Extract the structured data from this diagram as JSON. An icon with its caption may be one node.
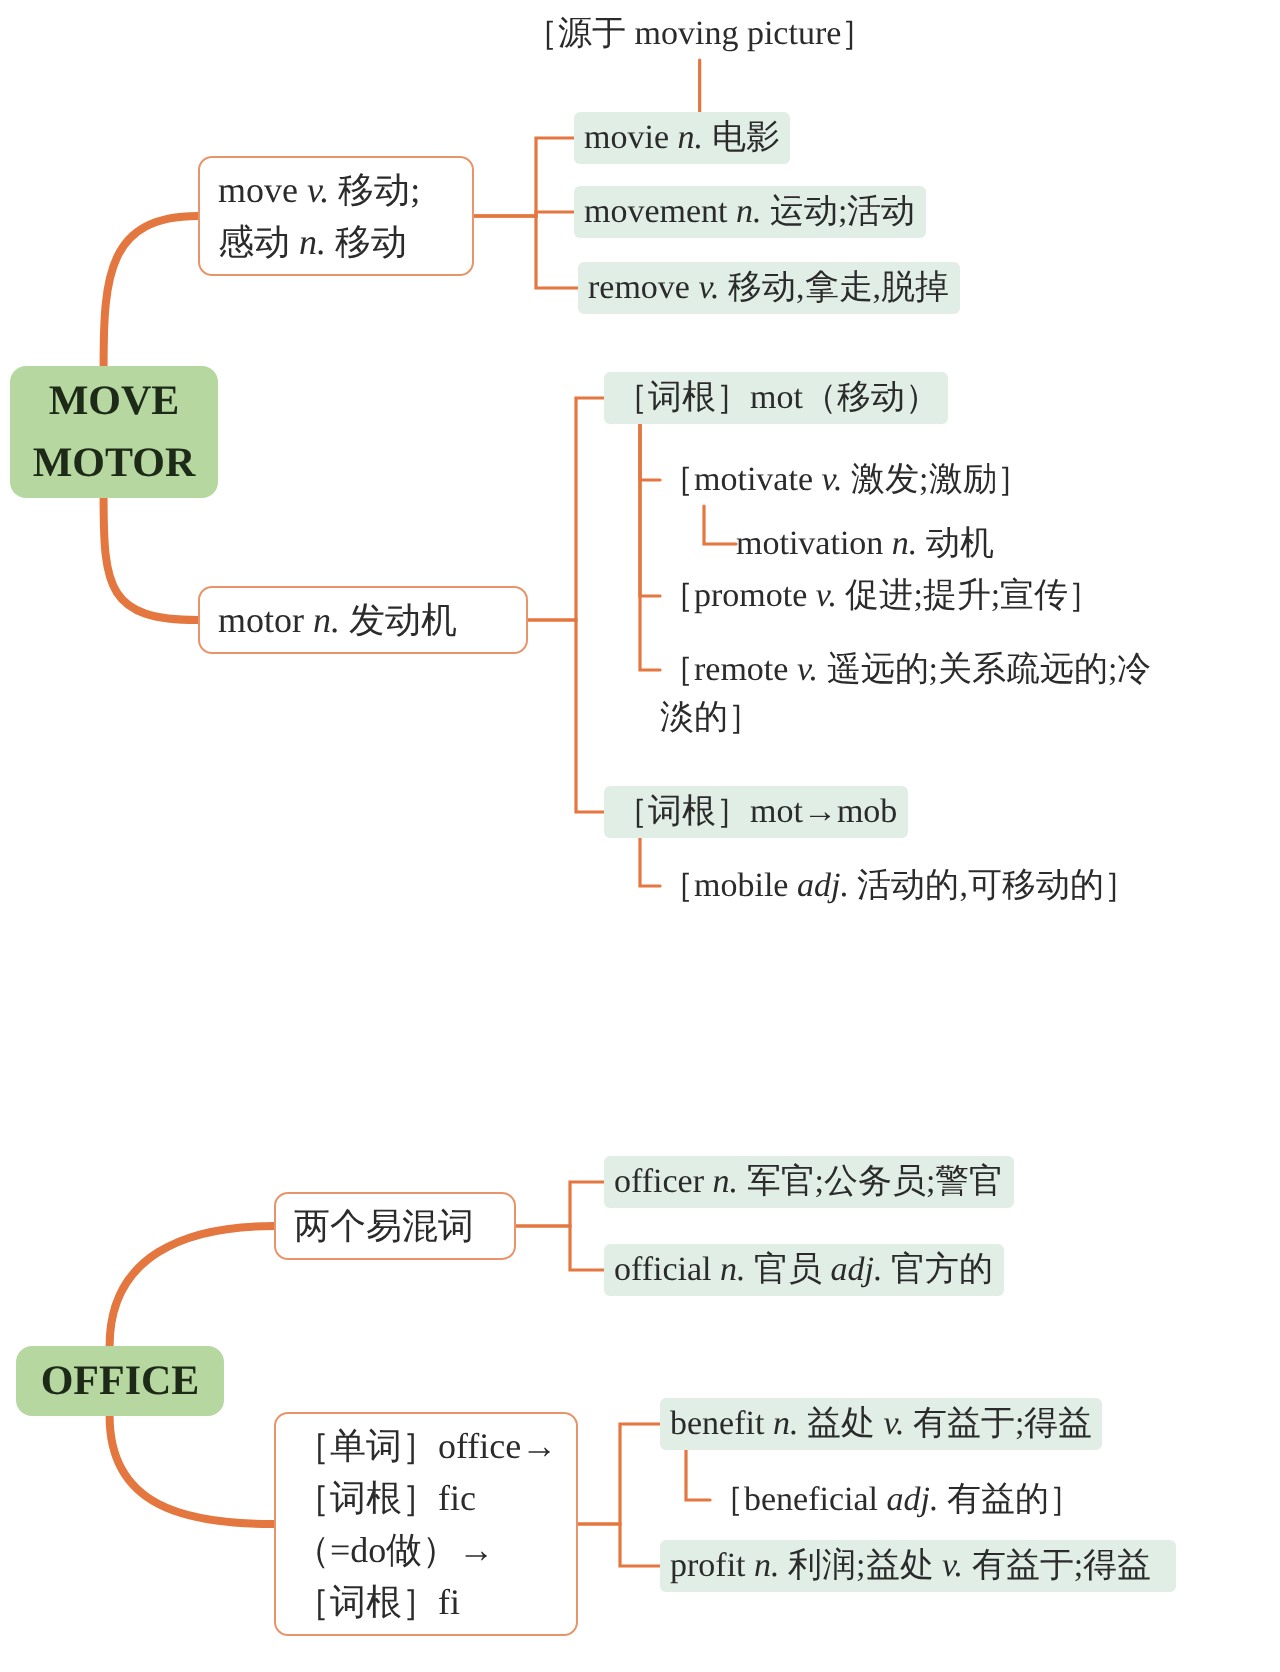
{
  "diagram": {
    "nodes": [
      {
        "text": [
          "MOVE MOTOR"
        ]
      },
      {
        "text": [
          "move *v.* 移动;感动 *n.* 移动"
        ]
      },
      {
        "text": [
          "［源于 moving picture］"
        ]
      },
      {
        "text": [
          "movie *n.* 电影"
        ]
      },
      {
        "text": [
          "movement *n.* 运动;活动"
        ]
      },
      {
        "text": [
          "remove *v.* 移动,拿走,脱掉"
        ]
      },
      {
        "text": [
          "motor *n.* 发动机"
        ]
      },
      {
        "text": [
          "［词根］mot（移动）"
        ]
      },
      {
        "text": [
          "［motivate *v.* 激发;激励］"
        ]
      },
      {
        "text": [
          "motivation *n.* 动机"
        ]
      },
      {
        "text": [
          "［promote *v.* 促进;提升;宣传］"
        ]
      },
      {
        "text": [
          "［remote *v.* 遥远的;关系疏远的;冷淡的］"
        ]
      },
      {
        "text": [
          "［词根］mot→mob"
        ]
      },
      {
        "text": [
          "［mobile *adj.* 活动的,可移动的］"
        ]
      },
      {
        "text": [
          "OFFICE"
        ]
      },
      {
        "text": [
          "两个易混词"
        ]
      },
      {
        "text": [
          "officer *n.* 军官;公务员;警官"
        ]
      },
      {
        "text": [
          "official *n.* 官员 *adj.* 官方的"
        ]
      },
      {
        "text": [
          "［单词］office→［词根］fic（=do做）→［词根］fi"
        ]
      },
      {
        "text": [
          "benefit *n.* 益处 *v.* 有益于;得益"
        ]
      },
      {
        "text": [
          "［beneficial *adj.* 有益的］"
        ]
      },
      {
        "text": [
          "profit *n.* 利润;益处 *v.* 有益于;得益"
        ]
      }
    ],
    "edges": [
      {
        "from": 0,
        "to": 1,
        "arrow": "none",
        "style": "thick"
      },
      {
        "from": 0,
        "to": 6,
        "arrow": "none",
        "style": "thick"
      },
      {
        "from": 1,
        "to": 3,
        "arrow": "none"
      },
      {
        "from": 1,
        "to": 4,
        "arrow": "none"
      },
      {
        "from": 1,
        "to": 5,
        "arrow": "none"
      },
      {
        "from": 2,
        "to": 3,
        "arrow": "none"
      },
      {
        "from": 6,
        "to": 7,
        "arrow": "none"
      },
      {
        "from": 6,
        "to": 12,
        "arrow": "none"
      },
      {
        "from": 7,
        "to": 8,
        "arrow": "none"
      },
      {
        "from": 7,
        "to": 10,
        "arrow": "none"
      },
      {
        "from": 7,
        "to": 11,
        "arrow": "none"
      },
      {
        "from": 8,
        "to": 9,
        "arrow": "none"
      },
      {
        "from": 12,
        "to": 13,
        "arrow": "none"
      },
      {
        "from": 14,
        "to": 15,
        "arrow": "none",
        "style": "thick"
      },
      {
        "from": 14,
        "to": 18,
        "arrow": "none",
        "style": "thick"
      },
      {
        "from": 15,
        "to": 16,
        "arrow": "none"
      },
      {
        "from": 15,
        "to": 17,
        "arrow": "none"
      },
      {
        "from": 18,
        "to": 19,
        "arrow": "none"
      },
      {
        "from": 18,
        "to": 21,
        "arrow": "none"
      },
      {
        "from": 19,
        "to": 20,
        "arrow": "none"
      }
    ]
  }
}
